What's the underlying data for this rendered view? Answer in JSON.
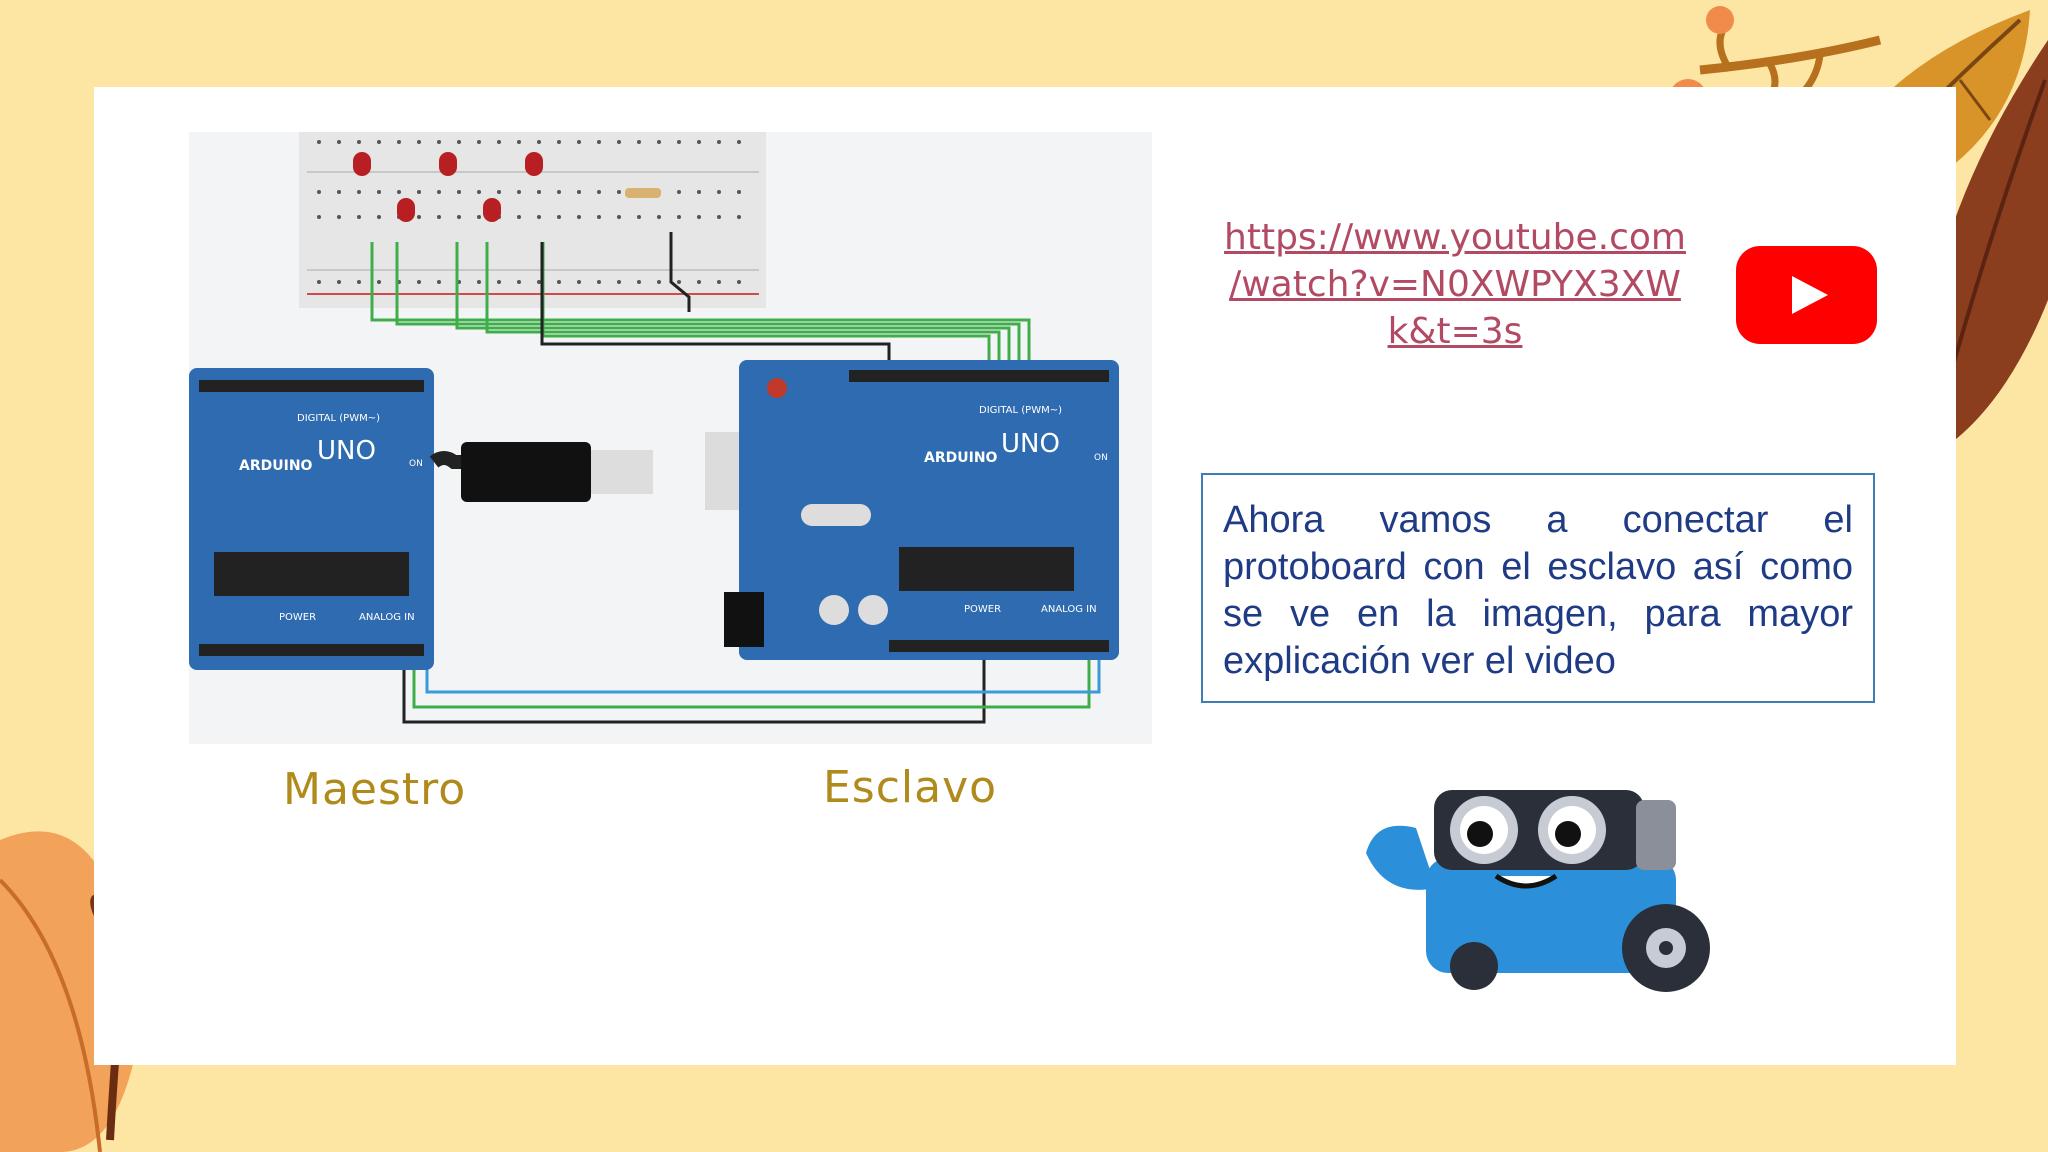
{
  "slide": {
    "captions": {
      "master": "Maestro",
      "slave": "Esclavo"
    },
    "link": {
      "line1": "https://www.youtube.com",
      "line2": "/watch?v=N0XWPYX3XW",
      "line3": "k&t=3s"
    },
    "description": "Ahora vamos a conectar el protoboard con el esclavo así como se ve en la imagen, para mayor explicación ver el video",
    "colors": {
      "background": "#fde6a4",
      "card": "#ffffff",
      "caption": "#b08a1a",
      "link": "#b24a63",
      "text": "#1f3b86",
      "box_border": "#3c7eb7",
      "arduino": "#2f6bb0",
      "wire_green": "#3fae4a",
      "wire_blue": "#3b9ad9",
      "youtube": "#ff0000"
    },
    "icons": [
      "youtube-play-icon",
      "robot-mascot-icon",
      "leaf-branch-icon",
      "berry-branch-icon"
    ]
  },
  "circuit": {
    "boards": [
      {
        "brand": "ARDUINO",
        "model": "UNO",
        "header": "DIGITAL (PWM~)",
        "power": "POWER",
        "analog": "ANALOG IN",
        "on": "ON"
      },
      {
        "brand": "ARDUINO",
        "model": "UNO",
        "header": "DIGITAL (PWM~)",
        "power": "POWER",
        "analog": "ANALOG IN",
        "on": "ON"
      }
    ]
  }
}
